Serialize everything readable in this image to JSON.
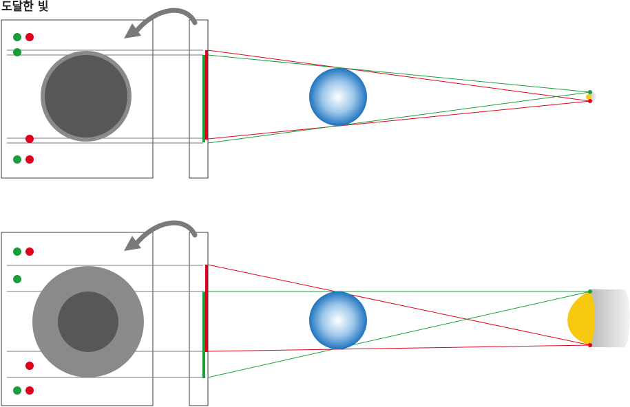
{
  "title": "도달한 빛",
  "colors": {
    "green_ray": "#1a9e3a",
    "red_ray": "#e0001b",
    "frame_stroke": "#3a3a3a",
    "screen_line": "#777777",
    "arrow": "#7a7a7a",
    "outer_disc": "#8a8a8a",
    "inner_disc": "#575757",
    "lens_light": "#ffffff",
    "lens_dark": "#1f74c0",
    "sun_yellow": "#f6c80f",
    "gray_light": "#f2f2f2",
    "gray_dark": "#bdbdbd"
  },
  "panels": [
    {
      "name": "top",
      "description_icons": [
        "curved-arrow-icon",
        "lens-icon",
        "light-source-icon"
      ]
    },
    {
      "name": "bottom",
      "description_icons": [
        "curved-arrow-icon",
        "lens-icon",
        "light-source-icon"
      ]
    }
  ]
}
